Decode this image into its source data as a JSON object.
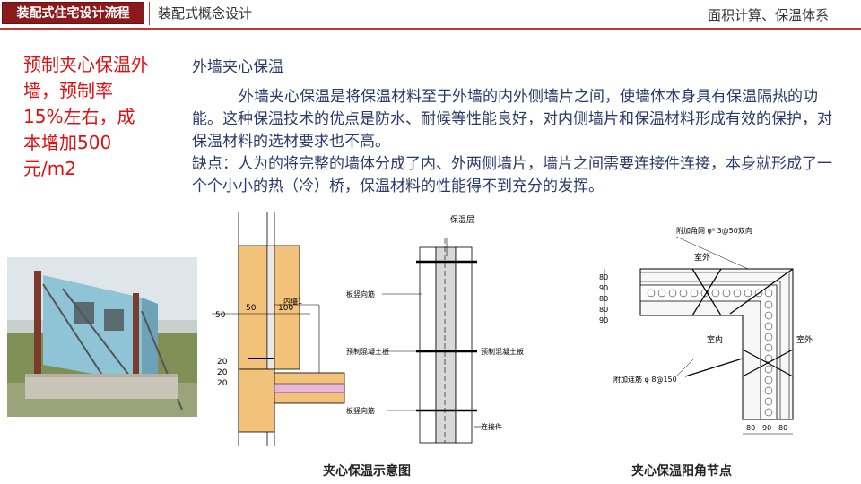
{
  "header": {
    "badge": "装配式住宅设计流程",
    "subtitle": "装配式概念设计",
    "section": "面积计算、保温体系"
  },
  "side_note": "预制夹心保温外墙，预制率15%左右，成本增加500元/m2",
  "main": {
    "heading": "外墙夹心保温",
    "para1": "外墙夹心保温是将保温材料至于外墙的内外侧墙片之间，使墙体本身具有保温隔热的功能。这种保温技术的优点是防水、耐候等性能良好，对内侧墙片和保温材料形成有效的保护，对保温材料的选材要求也不高。",
    "para2": "缺点：人为的将完整的墙体分成了内、外两侧墙片，墙片之间需要连接件连接，本身就形成了一个个小小的热（冷）桥，保温材料的性能得不到充分的发挥。"
  },
  "figure1": {
    "caption": "夹心保温示意图",
    "dims": [
      "50",
      "50",
      "100",
      "20",
      "20",
      "20"
    ],
    "label_inner_wall": "内墙1",
    "label_insulation": "保温层",
    "label_rebar_top": "板竖向筋",
    "label_rebar_bottom": "板竖向筋",
    "label_precast_left": "预制混凝土板",
    "label_precast_right": "预制混凝土板",
    "label_connector": "连接件"
  },
  "figure2": {
    "caption": "夹心保温阳角节点",
    "label_mesh": "附加角网 φ⁸ 3@50双向",
    "label_outdoor_top": "室外",
    "label_indoor": "室内",
    "label_outdoor_right": "室外",
    "label_rebar": "附加连筋 φ 8@150",
    "left_dims": [
      "80",
      "90",
      "80",
      "80",
      "90"
    ],
    "bottom_dims": [
      "80",
      "90",
      "80"
    ]
  },
  "colors": {
    "accent_red": "#c0392b",
    "badge_bg": "#8a1a1c",
    "body_text": "#2b3a6a",
    "note_red": "#e01010"
  }
}
